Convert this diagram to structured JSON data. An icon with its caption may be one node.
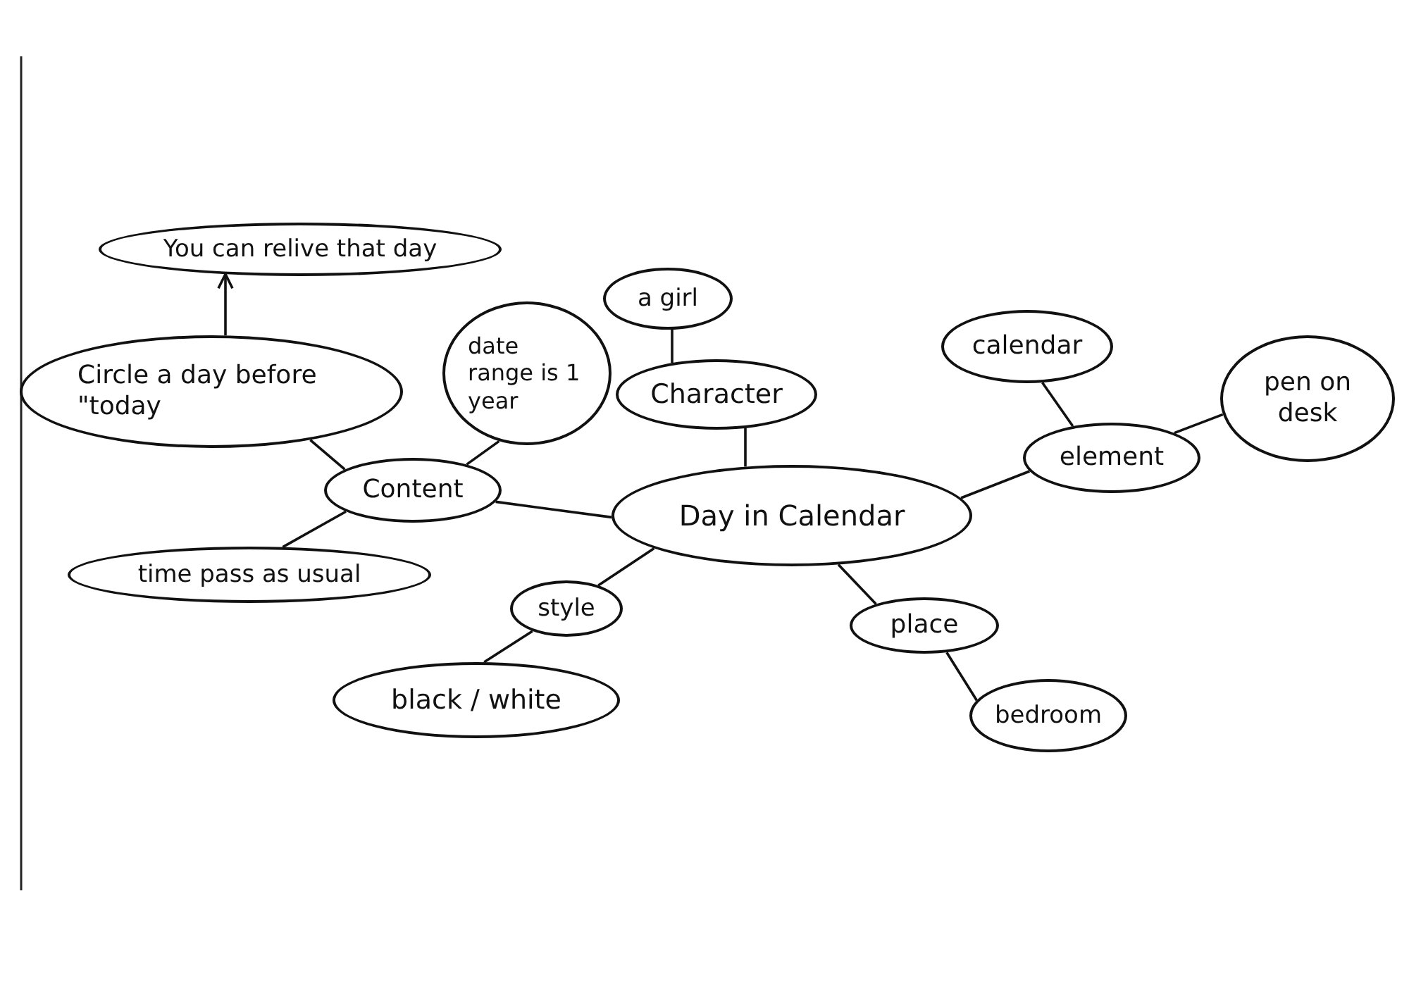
{
  "diagram": {
    "nodes": [
      {
        "text": [
          "You can relive that day"
        ]
      },
      {
        "text": [
          "a girl"
        ]
      },
      {
        "text": [
          "Circle a day before \"today"
        ]
      },
      {
        "text": [
          "date range is 1 year"
        ]
      },
      {
        "text": [
          "Character"
        ]
      },
      {
        "text": [
          "calendar"
        ]
      },
      {
        "text": [
          "pen on desk"
        ]
      },
      {
        "text": [
          "element"
        ]
      },
      {
        "text": [
          "Content"
        ]
      },
      {
        "text": [
          "Day in Calendar"
        ]
      },
      {
        "text": [
          "time pass as usual"
        ]
      },
      {
        "text": [
          "style"
        ]
      },
      {
        "text": [
          "place"
        ]
      },
      {
        "text": [
          "black / white"
        ]
      },
      {
        "text": [
          "bedroom"
        ]
      }
    ],
    "edges": [
      {
        "from": 2,
        "to": 0,
        "arrow": "to"
      },
      {
        "from": 4,
        "to": 1,
        "arrow": "none"
      },
      {
        "from": 9,
        "to": 4,
        "arrow": "none"
      },
      {
        "from": 9,
        "to": 8,
        "arrow": "none"
      },
      {
        "from": 8,
        "to": 2,
        "arrow": "none"
      },
      {
        "from": 8,
        "to": 3,
        "arrow": "none"
      },
      {
        "from": 8,
        "to": 10,
        "arrow": "none"
      },
      {
        "from": 9,
        "to": 7,
        "arrow": "none"
      },
      {
        "from": 7,
        "to": 5,
        "arrow": "none"
      },
      {
        "from": 7,
        "to": 6,
        "arrow": "none"
      },
      {
        "from": 9,
        "to": 11,
        "arrow": "none"
      },
      {
        "from": 11,
        "to": 13,
        "arrow": "none"
      },
      {
        "from": 9,
        "to": 12,
        "arrow": "none"
      },
      {
        "from": 12,
        "to": 14,
        "arrow": "none"
      }
    ]
  }
}
